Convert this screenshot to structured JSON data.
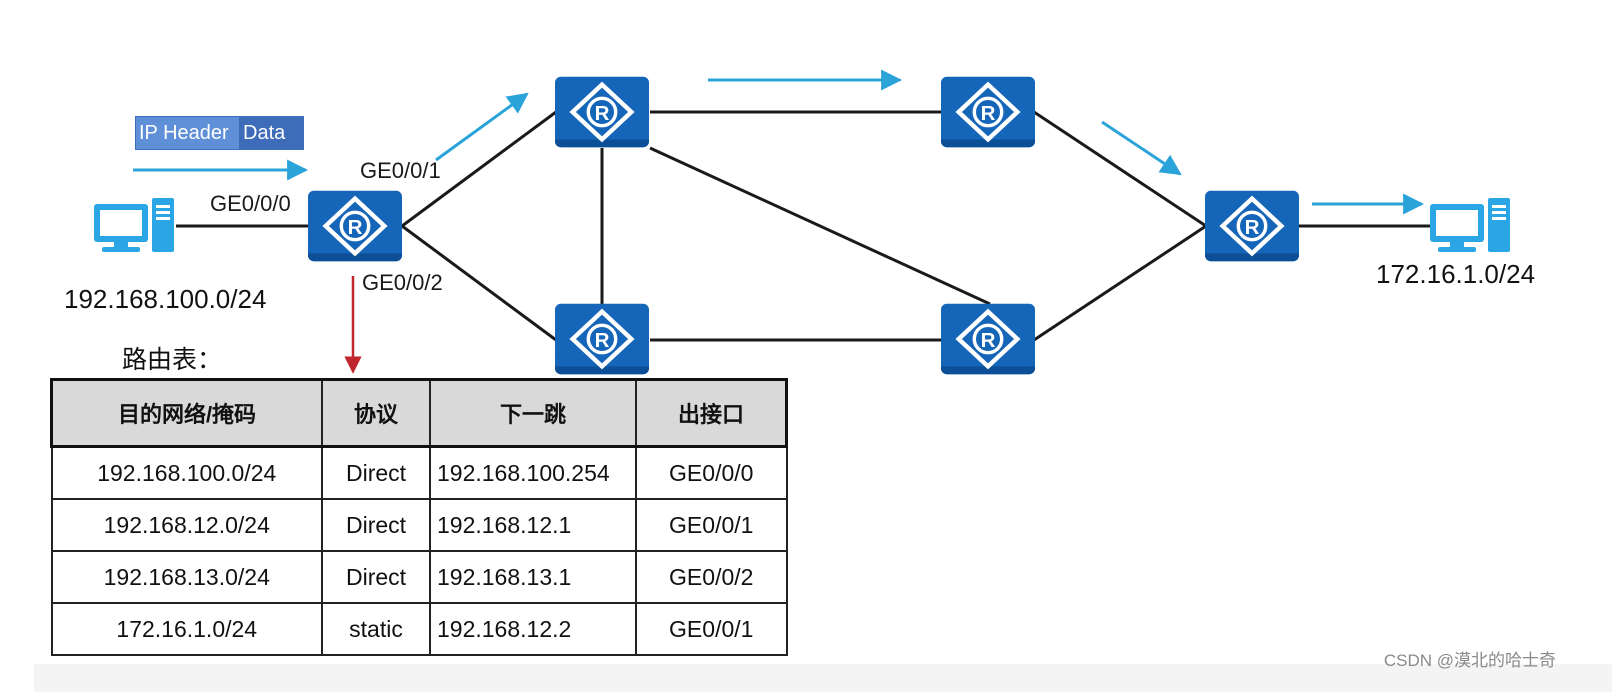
{
  "diagram": {
    "packet": {
      "header": "IP Header",
      "data": "Data"
    },
    "interfaces": {
      "ge000": "GE0/0/0",
      "ge001": "GE0/0/1",
      "ge002": "GE0/0/2"
    },
    "networks": {
      "left": "192.168.100.0/24",
      "right": "172.16.1.0/24"
    },
    "router_glyph": "R",
    "icons": {
      "router": "router-icon",
      "host": "computer-icon"
    },
    "colors": {
      "router": "#1565b8",
      "router_dark": "#0d4f97",
      "host": "#29a6e3",
      "flow_arrow": "#2aa3d9",
      "lookup_arrow": "#c0262d",
      "link": "#1a1a1a"
    }
  },
  "routing_table": {
    "title": "路由表：",
    "headers": {
      "dest": "目的网络/掩码",
      "proto": "协议",
      "next_hop": "下一跳",
      "iface": "出接口"
    },
    "rows": [
      {
        "dest": "192.168.100.0/24",
        "proto": "Direct",
        "next_hop": "192.168.100.254",
        "iface": "GE0/0/0"
      },
      {
        "dest": "192.168.12.0/24",
        "proto": "Direct",
        "next_hop": "192.168.12.1",
        "iface": "GE0/0/1"
      },
      {
        "dest": "192.168.13.0/24",
        "proto": "Direct",
        "next_hop": "192.168.13.1",
        "iface": "GE0/0/2"
      },
      {
        "dest": "172.16.1.0/24",
        "proto": "static",
        "next_hop": "192.168.12.2",
        "iface": "GE0/0/1"
      }
    ]
  },
  "watermark": "CSDN @漠北的哈士奇"
}
